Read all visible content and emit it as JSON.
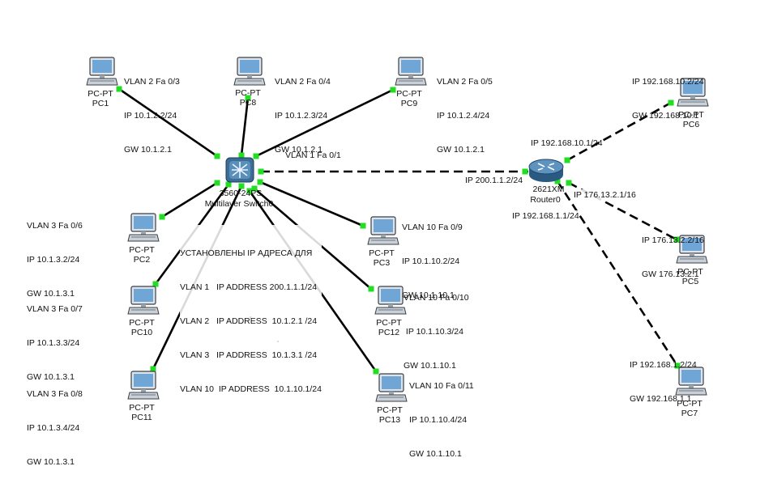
{
  "colors": {
    "link": "#000000",
    "port_up": "#22dd22",
    "device_blue": "#2c5f8a",
    "screen": "#6fa6d6"
  },
  "devices": {
    "switch": {
      "model": "3560-24PS",
      "name": "Multilayer Switch0",
      "icon": "multilayer-switch-icon"
    },
    "router": {
      "model": "2621XM",
      "name": "Router0",
      "icon": "router-icon"
    },
    "pcs": [
      {
        "id": "pc1",
        "type": "PC-PT",
        "name": "PC1",
        "notes": [
          "VLAN 2 Fa 0/3",
          "IP 10.1.2.2/24",
          "GW 10.1.2.1"
        ]
      },
      {
        "id": "pc8",
        "type": "PC-PT",
        "name": "PC8",
        "notes": [
          "VLAN 2 Fa 0/4",
          "IP 10.1.2.3/24",
          "GW 10.1.2.1"
        ]
      },
      {
        "id": "pc9",
        "type": "PC-PT",
        "name": "PC9",
        "notes": [
          "VLAN 2 Fa 0/5",
          "IP 10.1.2.4/24",
          "GW 10.1.2.1"
        ]
      },
      {
        "id": "pc2",
        "type": "PC-PT",
        "name": "PC2",
        "notes": [
          "VLAN 3 Fa 0/6",
          "IP 10.1.3.2/24",
          "GW 10.1.3.1"
        ]
      },
      {
        "id": "pc10",
        "type": "PC-PT",
        "name": "PC10",
        "notes": [
          "VLAN 3 Fa 0/7",
          "IP 10.1.3.3/24",
          "GW 10.1.3.1"
        ]
      },
      {
        "id": "pc11",
        "type": "PC-PT",
        "name": "PC11",
        "notes": [
          "VLAN 3 Fa 0/8",
          "IP 10.1.3.4/24",
          "GW 10.1.3.1"
        ]
      },
      {
        "id": "pc3",
        "type": "PC-PT",
        "name": "PC3",
        "notes": [
          "VLAN 10 Fa 0/9",
          "IP 10.1.10.2/24",
          "GW 10.1.10.1"
        ]
      },
      {
        "id": "pc12",
        "type": "PC-PT",
        "name": "PC12",
        "notes": [
          "VLAN 10 Fa 0/10",
          " IP 10.1.10.3/24",
          "GW 10.1.10.1"
        ]
      },
      {
        "id": "pc13",
        "type": "PC-PT",
        "name": "PC13",
        "notes": [
          "VLAN 10 Fa 0/11",
          "IP 10.1.10.4/24",
          "GW 10.1.10.1"
        ]
      },
      {
        "id": "pc6",
        "type": "PC-PT",
        "name": "PC6",
        "notes": [
          "IP 192.168.10.2/24",
          "GW 192.168.10.1"
        ]
      },
      {
        "id": "pc5",
        "type": "PC-PT",
        "name": "PC5",
        "notes": [
          "IP 176.13.2.2/16",
          "GW 176.13.2.1"
        ]
      },
      {
        "id": "pc7",
        "type": "PC-PT",
        "name": "PC7",
        "notes": [
          "IP 192.168.1.2/24",
          "GW 192.168.1.1"
        ]
      }
    ]
  },
  "link_labels": {
    "vlan1": "VLAN 1 Fa 0/1",
    "router_uplink": "IP 200.1.1.2/24",
    "router_pc6": "IP 192.168.10.1/24",
    "router_pc5": "IP 176.13.2.1/16",
    "router_pc7": "IP 192.168.1.1/24"
  },
  "svi_note": [
    "УСТАНОВЛЕНЫ IP АДРЕСА ДЛЯ",
    "VLAN 1   IP ADDRESS 200.1.1.1/24",
    "VLAN 2   IP ADDRESS  10.1.2.1 /24",
    "VLAN 3   IP ADDRESS  10.1.3.1 /24",
    "VLAN 10  IP ADDRESS  10.1.10.1/24"
  ]
}
